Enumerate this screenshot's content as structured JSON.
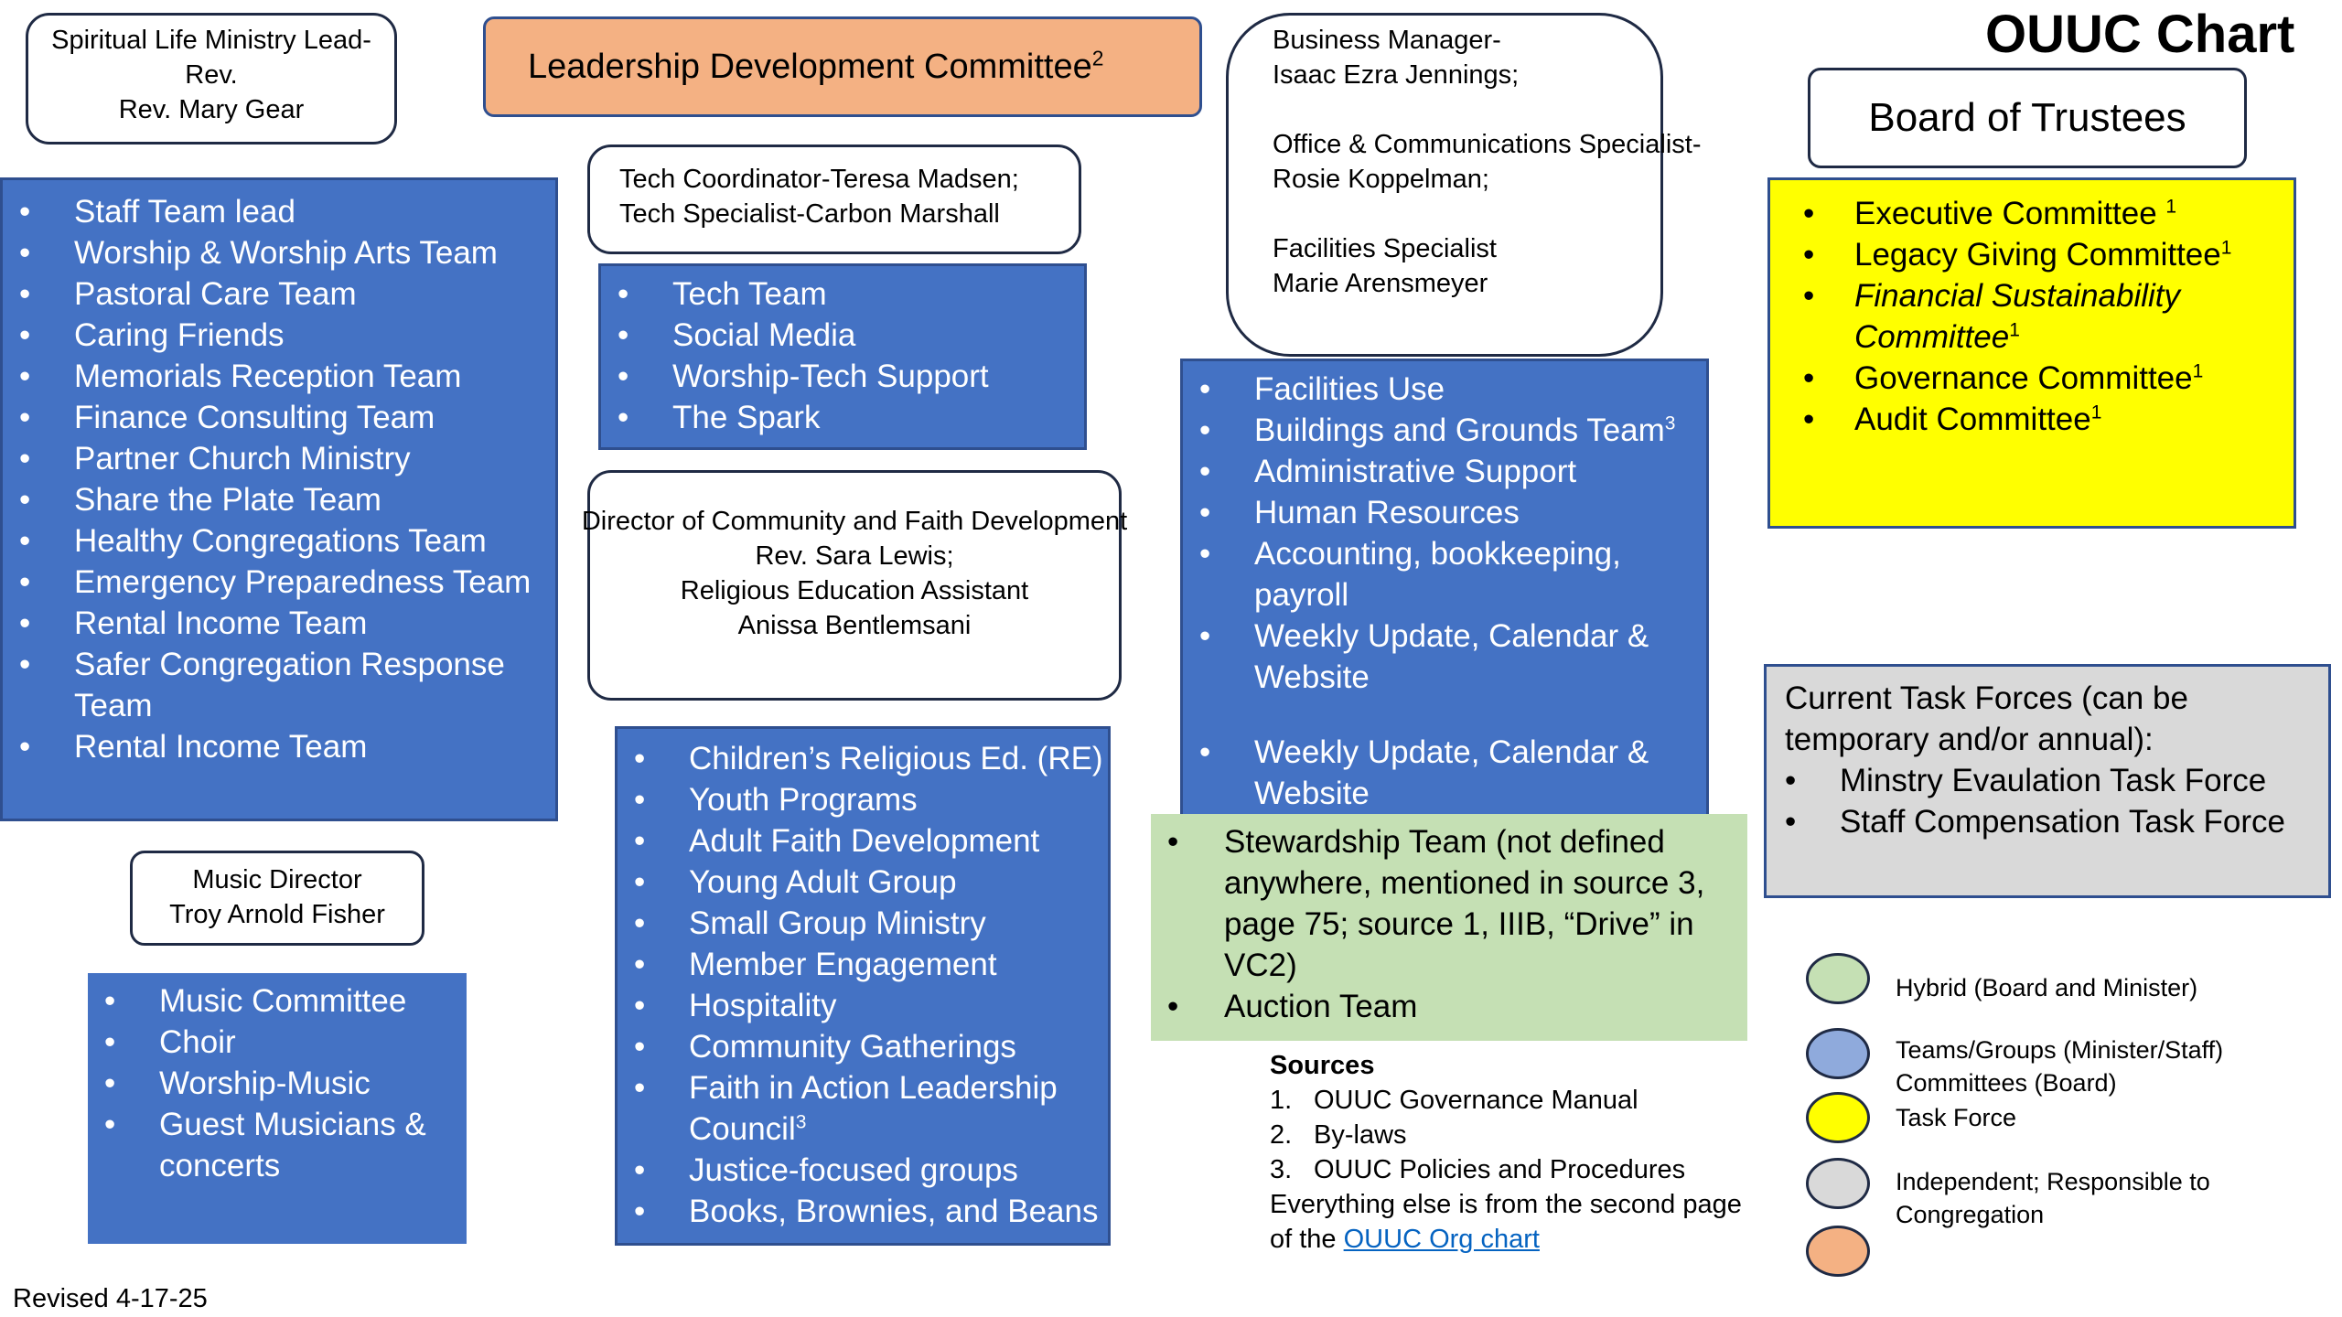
{
  "chart_title": "OUUC Chart",
  "revised": "Revised 4-17-25",
  "spiritual_lead": [
    "Spiritual Life Ministry Lead-",
    "Rev.",
    "Rev. Mary Gear"
  ],
  "spiritual_list": [
    "Staff Team lead",
    "Worship & Worship Arts Team",
    "Pastoral Care Team",
    "Caring Friends",
    "Memorials Reception Team",
    "Finance Consulting Team",
    "Partner Church Ministry",
    "Share the Plate Team",
    "Healthy Congregations Team",
    "Emergency Preparedness Team",
    "Rental Income Team",
    "Safer Congregation Response Team",
    "Rental Income Team"
  ],
  "leadership_committee": {
    "text": "Leadership Development Committee",
    "sup": "2"
  },
  "tech_box": [
    "Tech Coordinator-Teresa Madsen;",
    "Tech Specialist-Carbon Marshall"
  ],
  "tech_list": [
    "Tech Team",
    "Social Media",
    "Worship-Tech Support",
    "The Spark"
  ],
  "director_box": [
    "Director of Community and Faith Development",
    "Rev. Sara Lewis;",
    "Religious Education Assistant",
    "Anissa Bentlemsani"
  ],
  "director_list": [
    "Children’s Religious Ed. (RE)",
    "Youth Programs",
    "Adult Faith Development",
    "Young Adult Group",
    "Small Group Ministry",
    "Member Engagement",
    "Hospitality",
    "Community Gatherings",
    "Faith in Action Leadership Council",
    "Justice-focused groups",
    "Books, Brownies, and Beans"
  ],
  "director_sup": "3",
  "business_box": [
    "Business Manager-",
    "Isaac Ezra Jennings;",
    "",
    "Office & Communications Specialist-",
    "Rosie Koppelman;",
    "",
    "Facilities Specialist",
    "Marie Arensmeyer"
  ],
  "business_list": [
    {
      "text": "Facilities Use",
      "sup": ""
    },
    {
      "text": "Buildings and Grounds Team",
      "sup": "3"
    },
    {
      "text": "Administrative Support",
      "sup": ""
    },
    {
      "text": "Human Resources",
      "sup": ""
    },
    {
      "text": "Accounting, bookkeeping, payroll",
      "sup": ""
    },
    {
      "text": "Weekly Update, Calendar & Website",
      "sup": ""
    },
    {
      "text": "Weekly Update, Calendar & Website",
      "sup": ""
    }
  ],
  "stewardship_list": [
    "Stewardship Team (not defined anywhere, mentioned in source 3, page 75; source 1, IIIB, “Drive” in VC2)",
    "Auction Team"
  ],
  "music_box": [
    "Music Director",
    "Troy Arnold Fisher"
  ],
  "music_list": [
    "Music Committee",
    "Choir",
    "Worship-Music",
    "Guest Musicians & concerts"
  ],
  "board": "Board of Trustees",
  "board_list": [
    {
      "text": "Executive Committee ",
      "sup": "1",
      "italic": false
    },
    {
      "text": "Legacy Giving Committee",
      "sup": "1",
      "italic": false
    },
    {
      "text": "Financial Sustainability Committee",
      "sup": "1",
      "italic": true
    },
    {
      "text": "Governance Committee",
      "sup": "1",
      "italic": false
    },
    {
      "text": "Audit Committee",
      "sup": "1",
      "italic": false
    }
  ],
  "task_forces": {
    "heading": "Current Task Forces (can be temporary and/or annual):",
    "items": [
      "Minstry Evaulation Task Force",
      "Staff Compensation Task Force"
    ]
  },
  "legend": {
    "items": [
      "Hybrid (Board and Minister)",
      "Teams/Groups (Minister/Staff) Committees (Board)",
      "Task Force",
      "Independent; Responsible to Congregation"
    ],
    "colors": {
      "hybrid": "#c5e0b4",
      "teams": "#8faadc",
      "task": "#ffff00",
      "independent": "#d9d9d9",
      "committee": "#f4b183"
    }
  },
  "sources": {
    "title": "Sources",
    "items": [
      "OUUC Governance Manual",
      "By-laws",
      "OUUC Policies and Procedures"
    ],
    "footer_text": "Everything else is from the second page of the",
    "link_text": "OUUC Org chart"
  }
}
